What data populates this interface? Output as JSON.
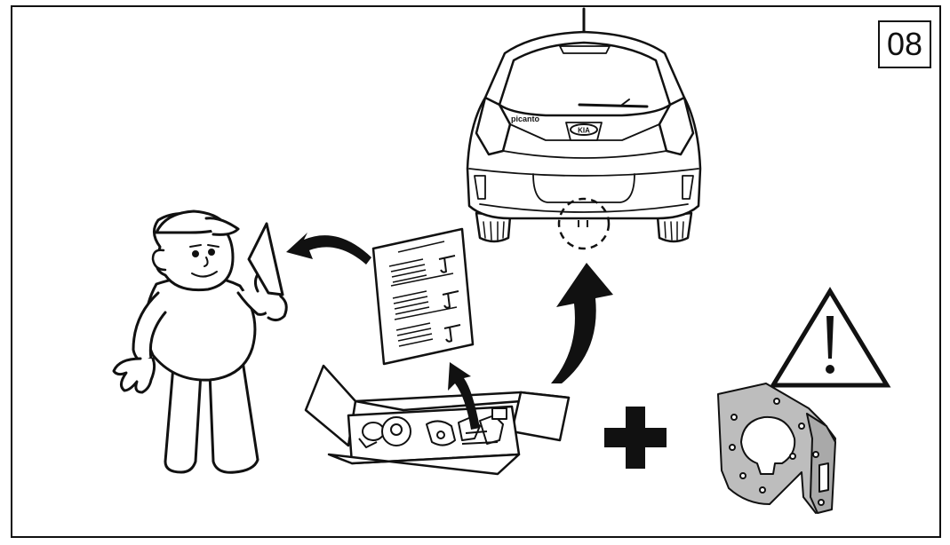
{
  "step": {
    "number": "08"
  },
  "car": {
    "badge_text": "picanto",
    "logo_text": "KIA"
  },
  "colors": {
    "line": "#111111",
    "bracket_fill": "#b9b9b9",
    "fill_white": "#ffffff"
  },
  "icons": [
    "mechanic-figure",
    "instruction-sheet",
    "parts-box",
    "rear-car",
    "curved-arrow",
    "plus-icon",
    "warning-triangle-icon",
    "mounting-bracket"
  ]
}
